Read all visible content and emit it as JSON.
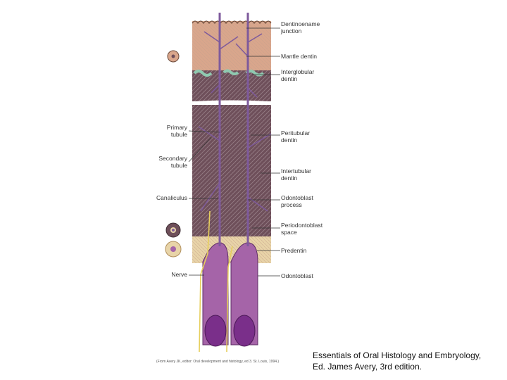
{
  "labels": {
    "dej": "Dentinoename\njunction",
    "mantle": "Mantle dentin",
    "interglobular": "Interglobular\ndentin",
    "primary_tubule": "Primary\ntubule",
    "secondary_tubule": "Secondary\ntubule",
    "canaliculus": "Canaliculus",
    "peritubular": "Peritubular\ndentin",
    "intertubular": "Intertubular\ndentin",
    "odontoblast_process": "Odontoblast\nprocess",
    "periodontoblast_space": "Periodontoblast\nspace",
    "predentin": "Predentin",
    "nerve": "Nerve",
    "odontoblast": "Odontoblast"
  },
  "caption": "Essentials of Oral Histology and Embryology,\nEd. James Avery, 3rd edition.",
  "credit": "(From Avery JK, editor: Oral development and histology, ed 3. St. Louis, 1994.)",
  "colors": {
    "enamel_junction": "#d9a68c",
    "dentin": "#6e4f5a",
    "dentin_texture": "#a8929a",
    "interglobular": "#8fc9b0",
    "predentin": "#e8d4a8",
    "odontoblast": "#a564a8",
    "nucleus": "#7a2f8a",
    "process": "#7e5a9c",
    "nerve": "#e6cf5c"
  }
}
